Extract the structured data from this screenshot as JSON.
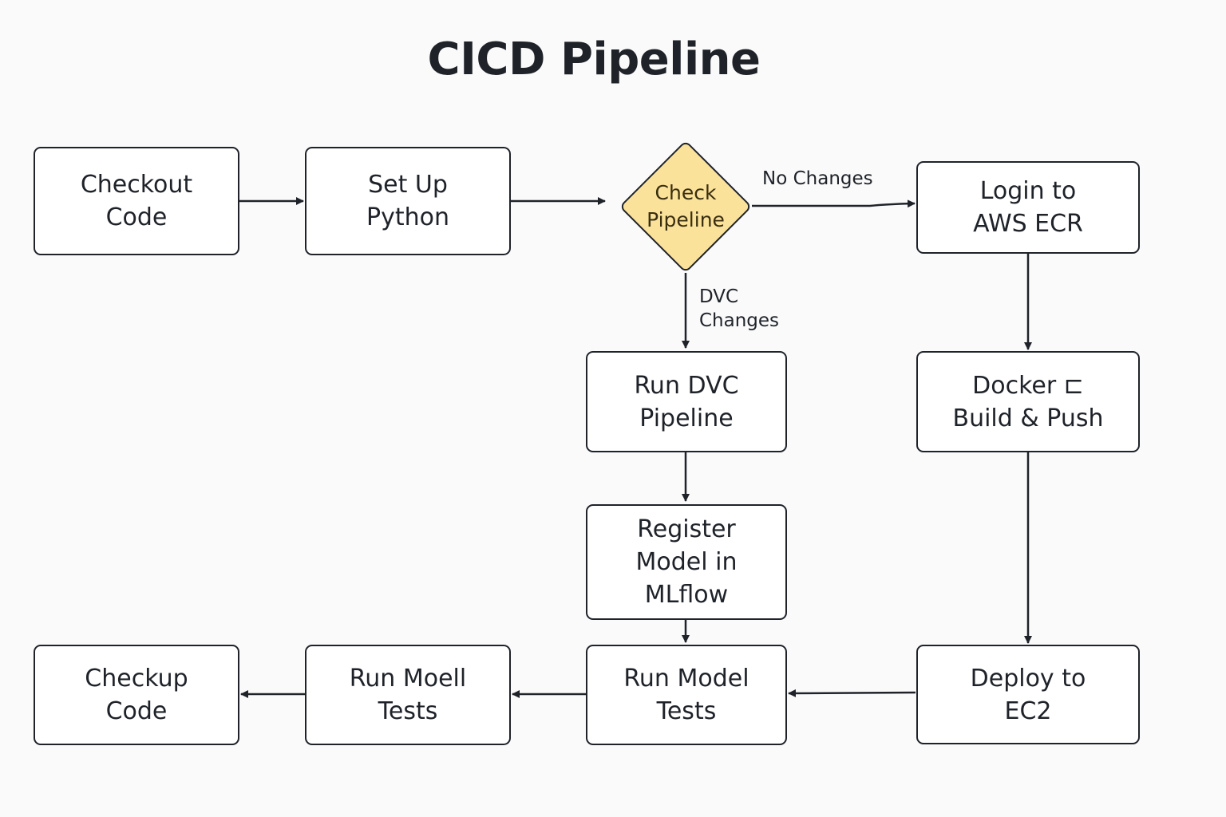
{
  "title": "CICD Pipeline",
  "nodes": {
    "checkout_code": "Checkout\nCode",
    "set_up_python": "Set Up\nPython",
    "check_pipeline": "Check\nPipeline",
    "login_aws_ecr": "Login to\nAWS ECR",
    "run_dvc_pipeline": "Run DVC\nPipeline",
    "docker_build_push": "Docker ⊏\nBuild & Push",
    "register_model": "Register\nModel in\nMLflow",
    "checkup_code": "Checkup\nCode",
    "run_moell_tests": "Run Moell\nTests",
    "run_model_tests": "Run Model\nTests",
    "deploy_ec2": "Deploy to\nEC2"
  },
  "edge_labels": {
    "no_changes": "No Changes",
    "dvc_changes": "DVC\nChanges"
  },
  "colors": {
    "decision_fill": "#fbe29a",
    "stroke": "#1f2329",
    "background": "#fafafa"
  }
}
